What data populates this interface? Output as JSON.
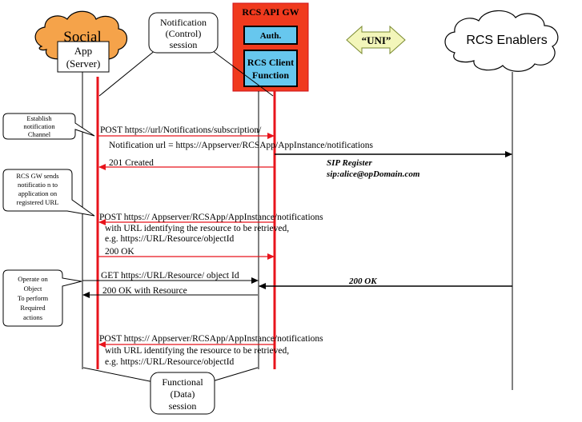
{
  "colors": {
    "red": "#e8141c",
    "gw_fill": "#f03a1e",
    "cyan": "#67c7ee",
    "social_cloud": "#f5a34a",
    "uni_arrow": "#f3f6ba",
    "black": "#000000"
  },
  "participants": {
    "social": "Social",
    "app_line1": "App",
    "app_line2": "(Server)",
    "gw_title": "RCS API GW",
    "auth": "Auth.",
    "client_line1": "RCS Client",
    "client_line2": "Function",
    "uni": "“UNI”",
    "enablers": "RCS Enablers"
  },
  "callouts": {
    "notification_session": [
      "Notification",
      "(Control)",
      "session"
    ],
    "establish": [
      "Establish",
      "notification",
      "Channel"
    ],
    "rcs_gw_sends": [
      "RCS GW sends",
      "notificatio n to",
      "application on",
      "registered URL"
    ],
    "operate": [
      "Operate on",
      "Object",
      "To perform",
      "Required",
      "actions"
    ],
    "functional": [
      "Functional",
      "(Data)",
      "session"
    ]
  },
  "messages": {
    "post_subscription": "POST https://url/Notifications/subscription/",
    "notification_url": "Notification url = https://Appserver/RCSApp/AppInstance/notifications",
    "created": "201 Created",
    "sip_register": "SIP Register",
    "sip_uri": "sip:alice@opDomain.com",
    "post_notify_1": "POST https:// Appserver/RCSApp/AppInstance/notifications",
    "with_url_1": "with URL identifying the resource to be retrieved,",
    "eg_1": "e.g. https://URL/Resource/objectId",
    "ok_1": "200 OK",
    "get_object": "GET https://URL/Resource/    object Id",
    "ok_bold": "200 OK",
    "ok_resource": "200 OK with Resource",
    "post_notify_2": "POST https:// Appserver/RCSApp/AppInstance/notifications",
    "with_url_2": "with URL identifying the resource to be retrieved,",
    "eg_2": "e.g. https://URL/Resource/objectId"
  }
}
